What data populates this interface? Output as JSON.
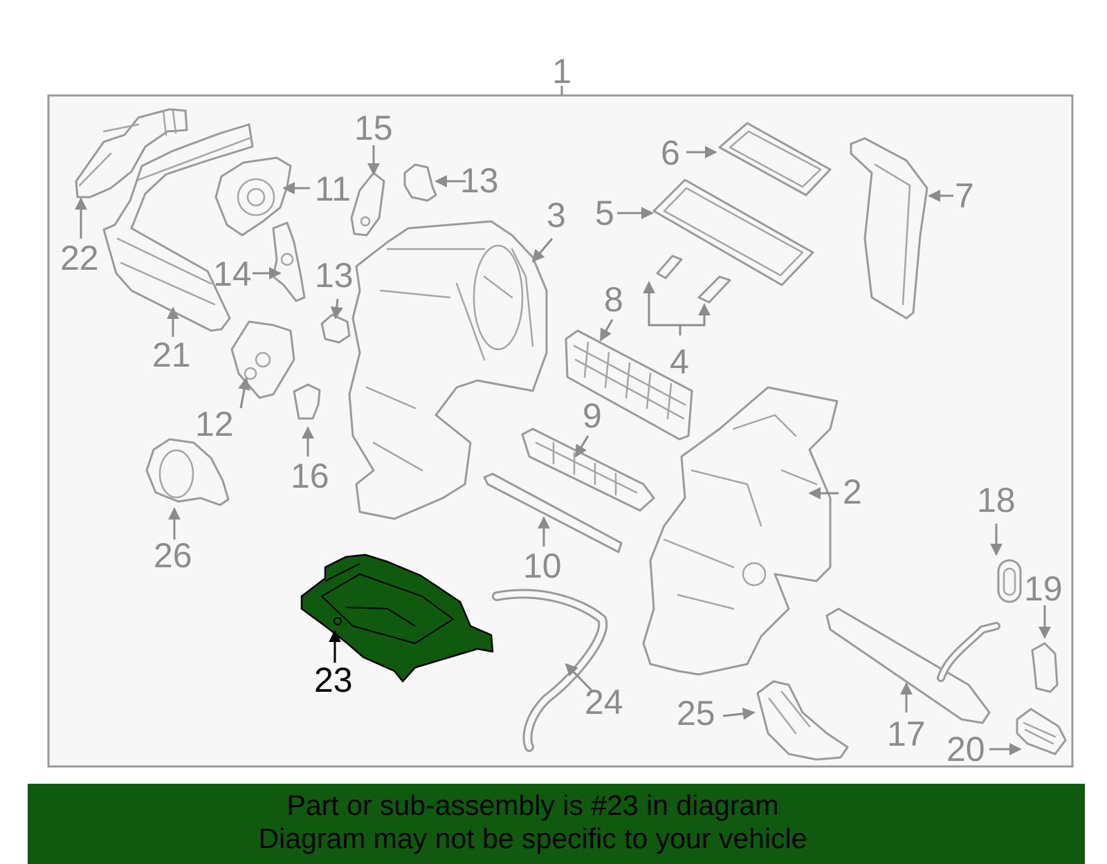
{
  "diagram": {
    "assembly_label": "1",
    "highlighted_part": "23",
    "colors": {
      "highlight_fill": "#0f5a0f",
      "banner_bg": "#0f5a0f",
      "part_stroke": "#9a9a9a",
      "label_text": "#8c8c8c",
      "frame_bg": "#f7f7f7"
    },
    "callouts": [
      {
        "id": "2"
      },
      {
        "id": "3"
      },
      {
        "id": "4"
      },
      {
        "id": "5"
      },
      {
        "id": "6"
      },
      {
        "id": "7"
      },
      {
        "id": "8"
      },
      {
        "id": "9"
      },
      {
        "id": "10"
      },
      {
        "id": "11"
      },
      {
        "id": "12"
      },
      {
        "id": "13"
      },
      {
        "id": "14"
      },
      {
        "id": "15"
      },
      {
        "id": "16"
      },
      {
        "id": "17"
      },
      {
        "id": "18"
      },
      {
        "id": "19"
      },
      {
        "id": "20"
      },
      {
        "id": "21"
      },
      {
        "id": "22"
      },
      {
        "id": "23"
      },
      {
        "id": "24"
      },
      {
        "id": "25"
      },
      {
        "id": "26"
      }
    ]
  },
  "banner": {
    "line1": "Part or sub-assembly is #23 in diagram",
    "line2": "Diagram may not be specific to your vehicle"
  }
}
